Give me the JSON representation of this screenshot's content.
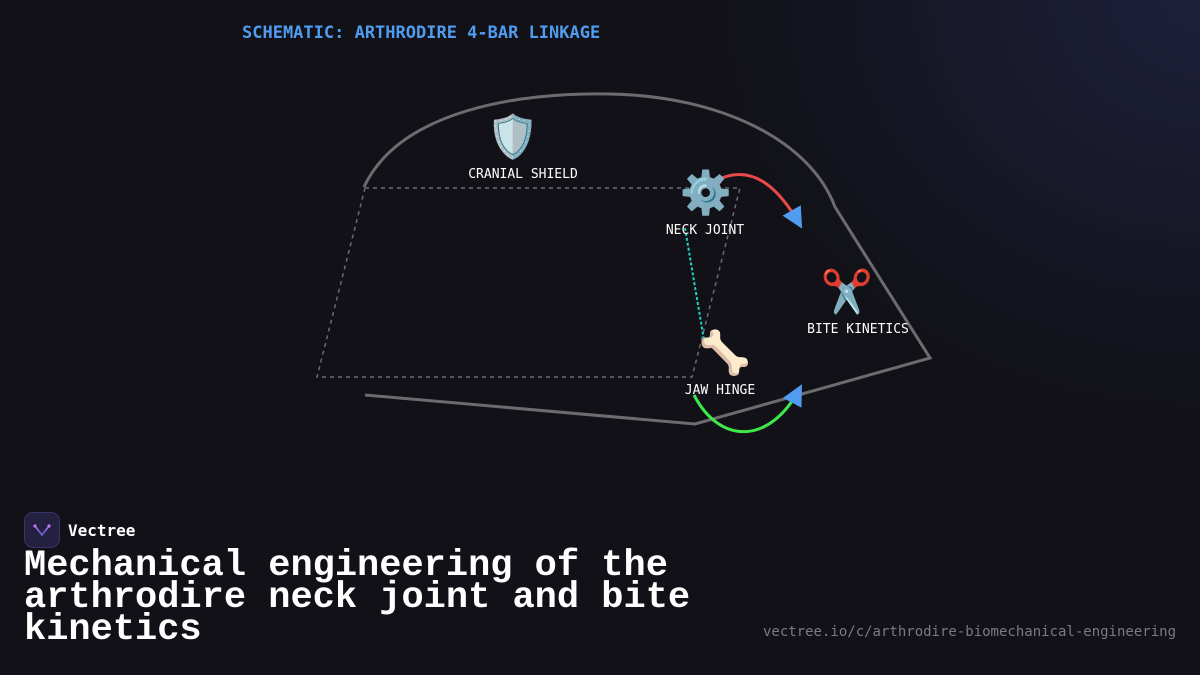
{
  "schematic_title": "SCHEMATIC: ARTHRODIRE 4-BAR LINKAGE",
  "nodes": {
    "cranial_shield": {
      "label": "CRANIAL SHIELD",
      "icon": "🛡️",
      "icon_name": "shield-icon"
    },
    "neck_joint": {
      "label": "NECK JOINT",
      "icon": "⚙️",
      "icon_name": "gear-icon"
    },
    "bite_kinetics": {
      "label": "BITE KINETICS",
      "icon": "✂️",
      "icon_name": "scissors-icon"
    },
    "jaw_hinge": {
      "label": "JAW HINGE",
      "icon": "🦴",
      "icon_name": "bone-icon"
    }
  },
  "colors": {
    "accent_blue": "#4f9cf0",
    "arrow_red": "#e84848",
    "arrow_green": "#3ee84a",
    "link_cyan": "#1fd1c0",
    "outline_gray": "#6b6b70",
    "dash_gray": "#6b6b70"
  },
  "brand": {
    "name": "Vectree"
  },
  "headline": "Mechanical engineering of the arthrodire neck joint and bite kinetics",
  "url": "vectree.io/c/arthrodire-biomechanical-engineering"
}
